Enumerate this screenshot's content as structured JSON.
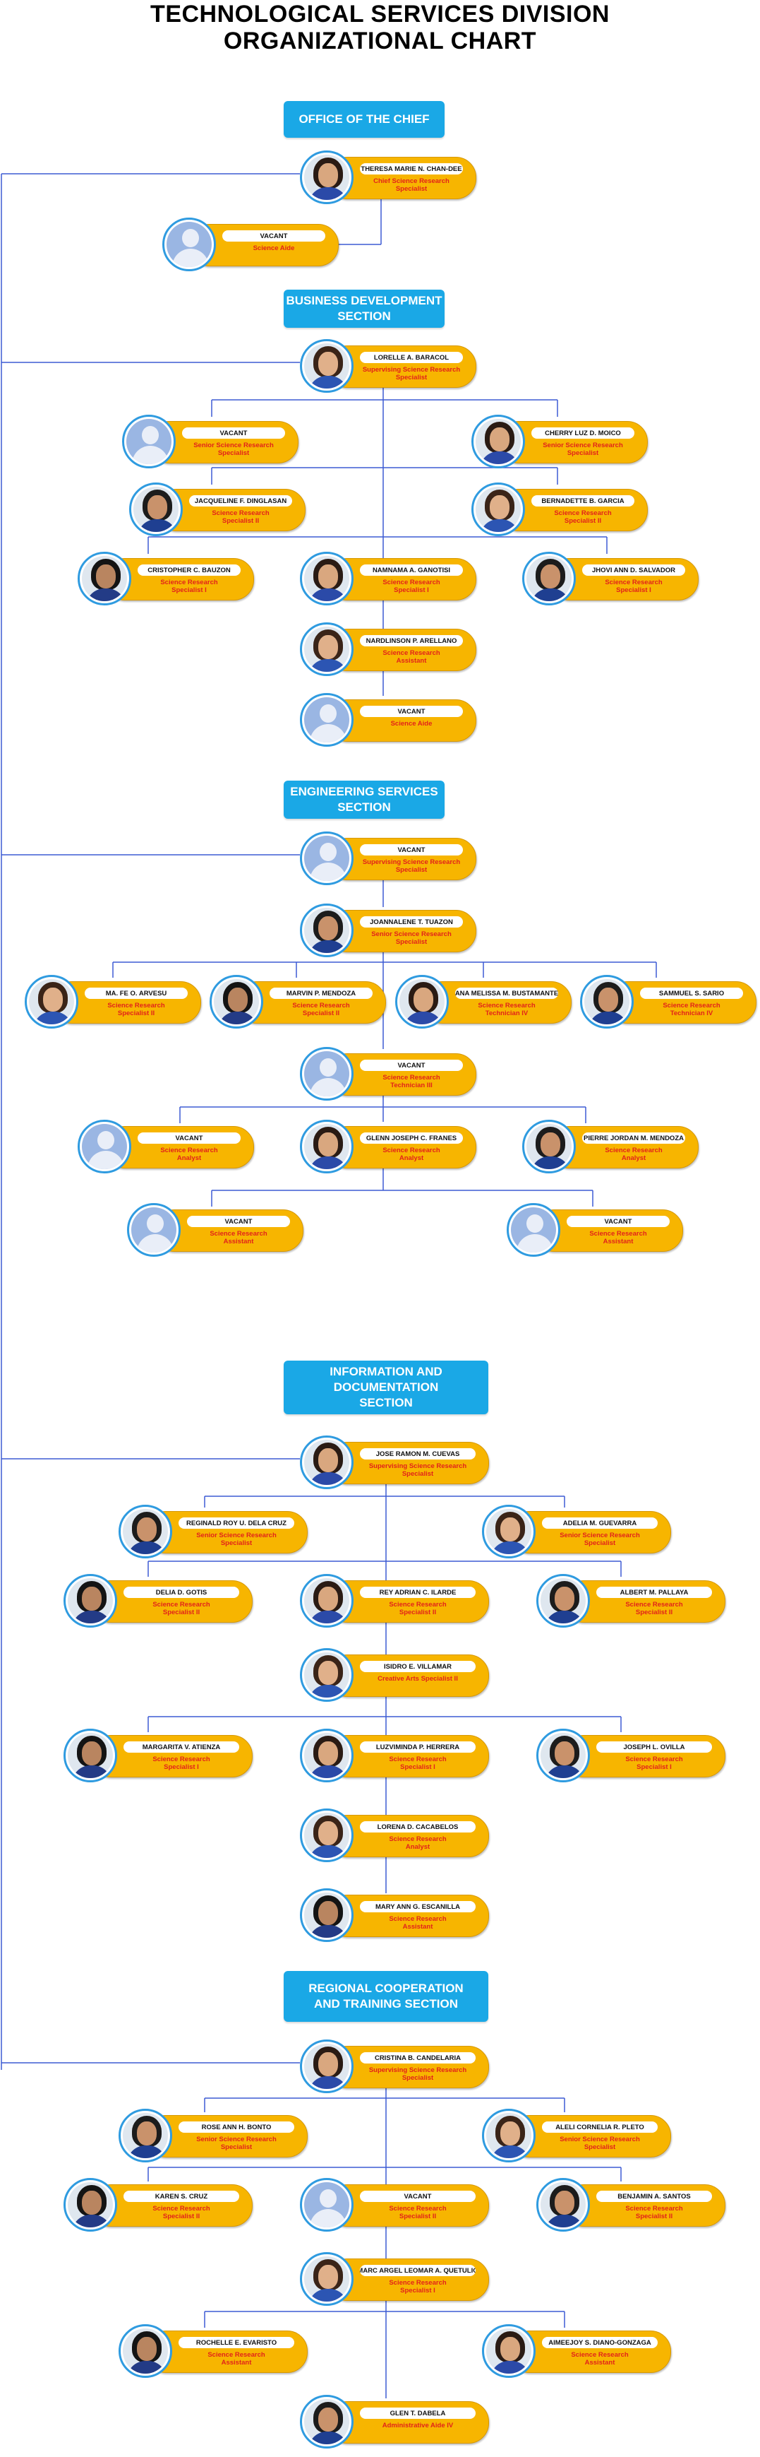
{
  "title_line1": "TECHNOLOGICAL SERVICES DIVISION",
  "title_line2": "ORGANIZATIONAL CHART",
  "sections": [
    {
      "key": "chief",
      "label": "OFFICE OF THE CHIEF"
    },
    {
      "key": "bds",
      "label": "BUSINESS DEVELOPMENT\nSECTION"
    },
    {
      "key": "ess",
      "label": "ENGINEERING SERVICES\nSECTION"
    },
    {
      "key": "ids",
      "label": "INFORMATION AND\nDOCUMENTATION\nSECTION"
    },
    {
      "key": "rcts",
      "label": "REGIONAL COOPERATION\nAND TRAINING SECTION"
    }
  ],
  "people": [
    {
      "id": "p1",
      "name": "THERESA MARIE N. CHAN-DEE",
      "position": "Chief Science Research\nSpecialist",
      "vacant": false
    },
    {
      "id": "p2",
      "name": "VACANT",
      "position": "Science Aide",
      "vacant": true
    },
    {
      "id": "p3",
      "name": "LORELLE A. BARACOL",
      "position": "Supervising Science Research\nSpecialist",
      "vacant": false
    },
    {
      "id": "p4",
      "name": "VACANT",
      "position": "Senior Science Research\nSpecialist",
      "vacant": true
    },
    {
      "id": "p5",
      "name": "CHERRY LUZ D. MOICO",
      "position": "Senior Science Research\nSpecialist",
      "vacant": false
    },
    {
      "id": "p6",
      "name": "JACQUELINE F. DINGLASAN",
      "position": "Science Research\nSpecialist II",
      "vacant": false
    },
    {
      "id": "p7",
      "name": "BERNADETTE B. GARCIA",
      "position": "Science Research\nSpecialist II",
      "vacant": false
    },
    {
      "id": "p8",
      "name": "CRISTOPHER C. BAUZON",
      "position": "Science Research\nSpecialist I",
      "vacant": false
    },
    {
      "id": "p9",
      "name": "NAMNAMA A. GANOTISI",
      "position": "Science Research\nSpecialist I",
      "vacant": false
    },
    {
      "id": "p10",
      "name": "JHOVI ANN D. SALVADOR",
      "position": "Science Research\nSpecialist I",
      "vacant": false
    },
    {
      "id": "p11",
      "name": "NARDLINSON P. ARELLANO",
      "position": "Science Research\nAssistant",
      "vacant": false
    },
    {
      "id": "p12",
      "name": "VACANT",
      "position": "Science Aide",
      "vacant": true
    },
    {
      "id": "p13",
      "name": "VACANT",
      "position": "Supervising Science Research\nSpecialist",
      "vacant": true
    },
    {
      "id": "p14",
      "name": "JOANNALENE T. TUAZON",
      "position": "Senior Science Research\nSpecialist",
      "vacant": false
    },
    {
      "id": "p15",
      "name": "MA. FE O. ARVESU",
      "position": "Science Research\nSpecialist II",
      "vacant": false
    },
    {
      "id": "p16",
      "name": "MARVIN P. MENDOZA",
      "position": "Science Research\nSpecialist II",
      "vacant": false
    },
    {
      "id": "p17",
      "name": "ANA MELISSA M. BUSTAMANTE",
      "position": "Science Research\nTechnician IV",
      "vacant": false
    },
    {
      "id": "p18",
      "name": "SAMMUEL S. SARIO",
      "position": "Science Research\nTechnician IV",
      "vacant": false
    },
    {
      "id": "p19",
      "name": "VACANT",
      "position": "Science Research\nTechnician III",
      "vacant": true
    },
    {
      "id": "p20",
      "name": "VACANT",
      "position": "Science Research\nAnalyst",
      "vacant": true
    },
    {
      "id": "p21",
      "name": "GLENN JOSEPH C. FRANES",
      "position": "Science Research\nAnalyst",
      "vacant": false
    },
    {
      "id": "p22",
      "name": "PIERRE JORDAN M. MENDOZA",
      "position": "Science Research\nAnalyst",
      "vacant": false
    },
    {
      "id": "p23",
      "name": "VACANT",
      "position": "Science Research\nAssistant",
      "vacant": true
    },
    {
      "id": "p24",
      "name": "VACANT",
      "position": "Science Research\nAssistant",
      "vacant": true
    },
    {
      "id": "p25",
      "name": "JOSE RAMON M. CUEVAS",
      "position": "Supervising Science Research\nSpecialist",
      "vacant": false
    },
    {
      "id": "p26",
      "name": "REGINALD ROY U. DELA CRUZ",
      "position": "Senior Science Research\nSpecialist",
      "vacant": false
    },
    {
      "id": "p27",
      "name": "ADELIA M. GUEVARRA",
      "position": "Senior Science Research\nSpecialist",
      "vacant": false
    },
    {
      "id": "p28",
      "name": "DELIA D. GOTIS",
      "position": "Science Research\nSpecialist II",
      "vacant": false
    },
    {
      "id": "p29",
      "name": "REY ADRIAN C. ILARDE",
      "position": "Science Research\nSpecialist II",
      "vacant": false
    },
    {
      "id": "p30",
      "name": "ALBERT M. PALLAYA",
      "position": "Science Research\nSpecialist II",
      "vacant": false
    },
    {
      "id": "p31",
      "name": "ISIDRO E. VILLAMAR",
      "position": "Creative Arts Specialist II",
      "vacant": false
    },
    {
      "id": "p32",
      "name": "MARGARITA V. ATIENZA",
      "position": "Science Research\nSpecialist I",
      "vacant": false
    },
    {
      "id": "p33",
      "name": "LUZVIMINDA P. HERRERA",
      "position": "Science Research\nSpecialist I",
      "vacant": false
    },
    {
      "id": "p34",
      "name": "JOSEPH L. OVILLA",
      "position": "Science Research\nSpecialist I",
      "vacant": false
    },
    {
      "id": "p35",
      "name": "LORENA D. CACABELOS",
      "position": "Science Research\nAnalyst",
      "vacant": false
    },
    {
      "id": "p36",
      "name": "MARY ANN G. ESCANILLA",
      "position": "Science Research\nAssistant",
      "vacant": false
    },
    {
      "id": "p37",
      "name": "CRISTINA B. CANDELARIA",
      "position": "Supervising Science Research\nSpecialist",
      "vacant": false
    },
    {
      "id": "p38",
      "name": "ROSE ANN H. BONTO",
      "position": "Senior Science Research\nSpecialist",
      "vacant": false
    },
    {
      "id": "p39",
      "name": "ALELI CORNELIA R. PLETO",
      "position": "Senior Science Research\nSpecialist",
      "vacant": false
    },
    {
      "id": "p40",
      "name": "KAREN S. CRUZ",
      "position": "Science Research\nSpecialist II",
      "vacant": false
    },
    {
      "id": "p41",
      "name": "VACANT",
      "position": "Science Research\nSpecialist II",
      "vacant": true
    },
    {
      "id": "p42",
      "name": "BENJAMIN A. SANTOS",
      "position": "Science Research\nSpecialist II",
      "vacant": false
    },
    {
      "id": "p43",
      "name": "MARC ARGEL LEOMAR A. QUETULIO",
      "position": "Science Research\nSpecialist I",
      "vacant": false
    },
    {
      "id": "p44",
      "name": "ROCHELLE E. EVARISTO",
      "position": "Science Research\nAssistant",
      "vacant": false
    },
    {
      "id": "p45",
      "name": "AIMEEJOY S. DIANO-GONZAGA",
      "position": "Science Research\nAssistant",
      "vacant": false
    },
    {
      "id": "p46",
      "name": "GLEN T. DABELA",
      "position": "Administrative Aide IV",
      "vacant": false
    }
  ],
  "colors": {
    "header_bg": "#1aa8e6",
    "pill_bg": "#f7b500",
    "position_text": "#e2231a",
    "connector": "#3d5bd4",
    "photo_ring": "#2f9be0"
  }
}
